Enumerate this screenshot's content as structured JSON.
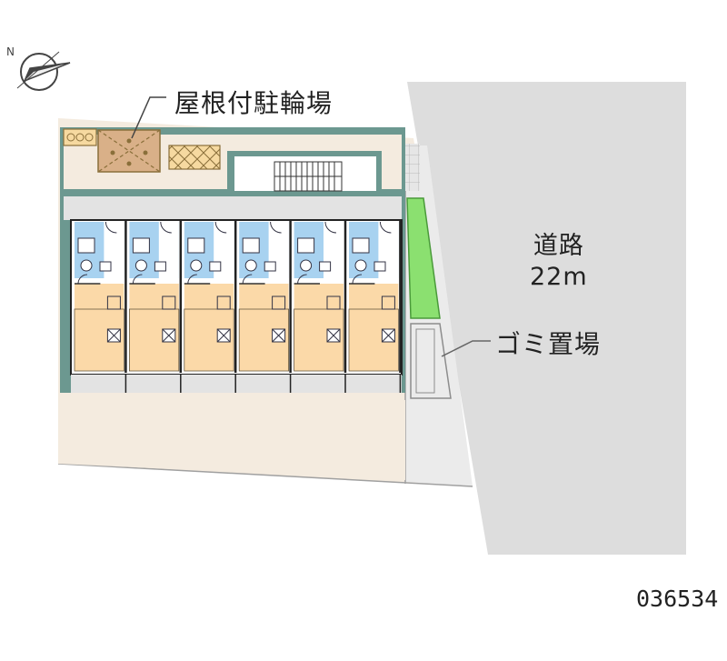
{
  "labels": {
    "bike_parking": "屋根付駐輪場",
    "road_name": "道路",
    "road_width": "22m",
    "trash_area": "ゴミ置場",
    "property_code": "036534"
  },
  "icons": {
    "compass": "compass-north-arrow-icon"
  },
  "colors": {
    "road": "#dddddd",
    "site_ground": "#f4ebdf",
    "lot_parking": "#ebebeb",
    "building_frame": "#6c9890",
    "corridor": "#e3e3e3",
    "room_floor": "#fbd9a8",
    "wet_area": "#a8d2f0",
    "planting": "#8be070",
    "bike_roof": "#d9b088"
  },
  "units_count": 6
}
